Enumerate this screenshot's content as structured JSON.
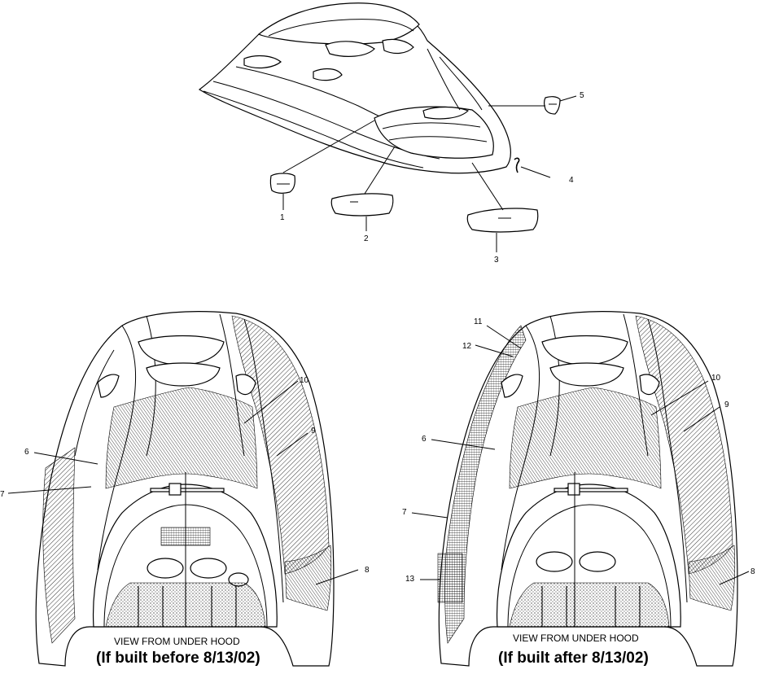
{
  "callouts_top": [
    "1",
    "2",
    "3",
    "4",
    "5"
  ],
  "left_view": {
    "callouts": [
      "6",
      "7",
      "10",
      "9",
      "8"
    ],
    "view_label": "VIEW FROM UNDER HOOD",
    "built_label": "(If built before 8/13/02)"
  },
  "right_view": {
    "callouts": [
      "11",
      "12",
      "6",
      "7",
      "13",
      "10",
      "9",
      "8"
    ],
    "view_label": "VIEW FROM UNDER HOOD",
    "built_label": "(If built after 8/13/02)"
  }
}
